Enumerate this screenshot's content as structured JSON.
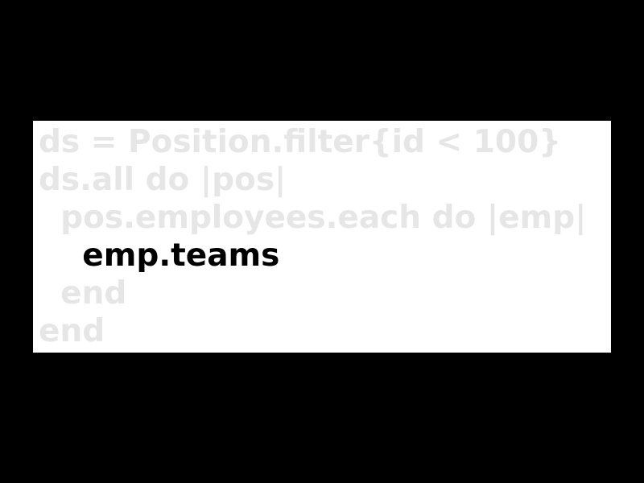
{
  "code": {
    "lines": [
      {
        "text": "ds = Position.filter{id < 100}",
        "highlighted": false
      },
      {
        "text": "ds.all do |pos|",
        "highlighted": false
      },
      {
        "text": "  pos.employees.each do |emp|",
        "highlighted": false
      },
      {
        "text": "    emp.teams",
        "highlighted": true
      },
      {
        "text": "  end",
        "highlighted": false
      },
      {
        "text": "end",
        "highlighted": false
      }
    ]
  },
  "colors": {
    "background": "#000000",
    "panel": "#ffffff",
    "dim_text": "#e6e6e6",
    "highlight_text": "#000000"
  }
}
